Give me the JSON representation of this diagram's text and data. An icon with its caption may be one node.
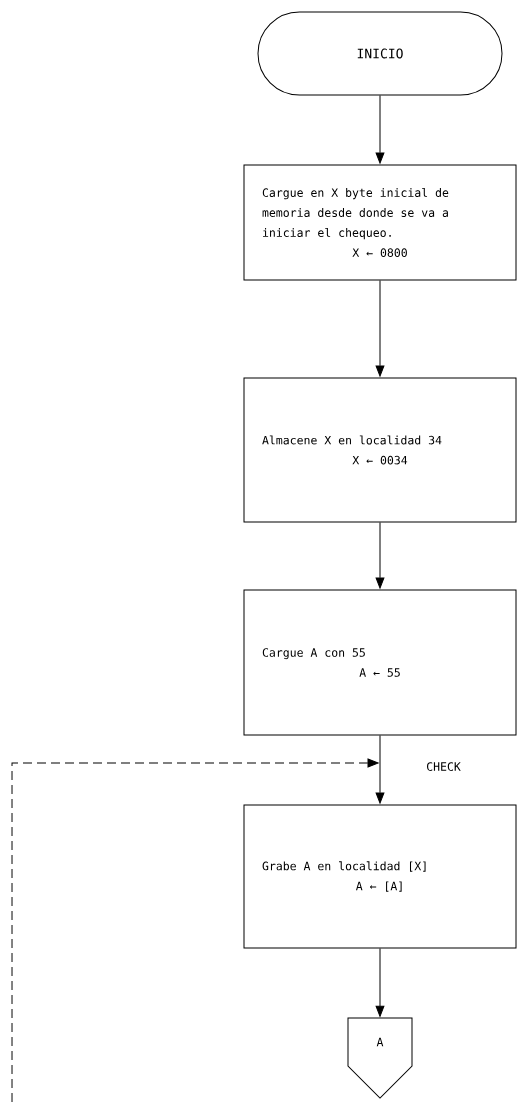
{
  "diagram": {
    "nodes": [
      {
        "text": [
          "INICIO"
        ]
      },
      {
        "text": [
          "Cargue en X byte inicial de memoria desde donde se va a iniciar el chequeo.",
          "X ← 0800"
        ]
      },
      {
        "text": [
          "Almacene X en localidad 34",
          "X ← 0034"
        ]
      },
      {
        "text": [
          "Cargue A con 55",
          "A ← 55"
        ]
      },
      {
        "text": [
          "Grabe A en localidad [X]",
          "A ← [A]"
        ]
      },
      {
        "text": [
          "A"
        ]
      }
    ],
    "edges": [
      {
        "from": 0,
        "to": 1,
        "arrow": "to"
      },
      {
        "from": 1,
        "to": 2,
        "arrow": "to"
      },
      {
        "from": 2,
        "to": 3,
        "arrow": "to"
      },
      {
        "from": 3,
        "to": 4,
        "arrow": "to",
        "label": "CHECK"
      },
      {
        "from": 4,
        "to": 5,
        "arrow": "to"
      },
      {
        "from": null,
        "to": 4,
        "arrow": "to",
        "style": "dashed"
      }
    ]
  }
}
